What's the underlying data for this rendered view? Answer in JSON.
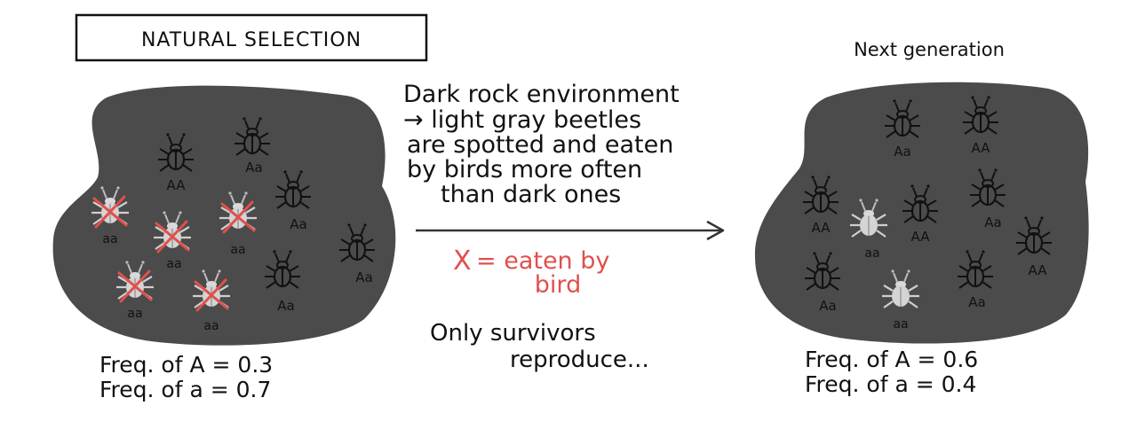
{
  "title": "NATURAL SELECTION",
  "next_generation_label": "Next generation",
  "environment_caption": [
    "Dark rock environment",
    "→ light gray beetles",
    "are spotted and eaten",
    "by birds more often",
    "than dark ones"
  ],
  "legend": {
    "marker": "X",
    "line1": "= eaten by",
    "line2": "bird"
  },
  "survivors_note": [
    "Only survivors",
    "reproduce..."
  ],
  "colors": {
    "rock": "#4b4b4b",
    "dark_beetle": "#111111",
    "light_beetle": "#c8c8c8",
    "eaten_mark": "#e0504d"
  },
  "before": {
    "freq_A": "Freq. of A = 0.3",
    "freq_a": "Freq. of a = 0.7",
    "beetles": [
      {
        "genotype": "AA",
        "color": "dark",
        "eaten": false
      },
      {
        "genotype": "Aa",
        "color": "dark",
        "eaten": false
      },
      {
        "genotype": "Aa",
        "color": "dark",
        "eaten": false
      },
      {
        "genotype": "Aa",
        "color": "dark",
        "eaten": false
      },
      {
        "genotype": "Aa",
        "color": "dark",
        "eaten": false
      },
      {
        "genotype": "aa",
        "color": "light",
        "eaten": true
      },
      {
        "genotype": "aa",
        "color": "light",
        "eaten": true
      },
      {
        "genotype": "aa",
        "color": "light",
        "eaten": true
      },
      {
        "genotype": "aa",
        "color": "light",
        "eaten": true
      },
      {
        "genotype": "aa",
        "color": "light",
        "eaten": true
      }
    ]
  },
  "after": {
    "freq_A": "Freq. of A = 0.6",
    "freq_a": "Freq. of a = 0.4",
    "beetles": [
      {
        "genotype": "Aa",
        "color": "dark",
        "eaten": false
      },
      {
        "genotype": "AA",
        "color": "dark",
        "eaten": false
      },
      {
        "genotype": "AA",
        "color": "dark",
        "eaten": false
      },
      {
        "genotype": "aa",
        "color": "light",
        "eaten": false
      },
      {
        "genotype": "AA",
        "color": "dark",
        "eaten": false
      },
      {
        "genotype": "Aa",
        "color": "dark",
        "eaten": false
      },
      {
        "genotype": "AA",
        "color": "dark",
        "eaten": false
      },
      {
        "genotype": "Aa",
        "color": "dark",
        "eaten": false
      },
      {
        "genotype": "aa",
        "color": "light",
        "eaten": false
      },
      {
        "genotype": "Aa",
        "color": "dark",
        "eaten": false
      }
    ]
  }
}
